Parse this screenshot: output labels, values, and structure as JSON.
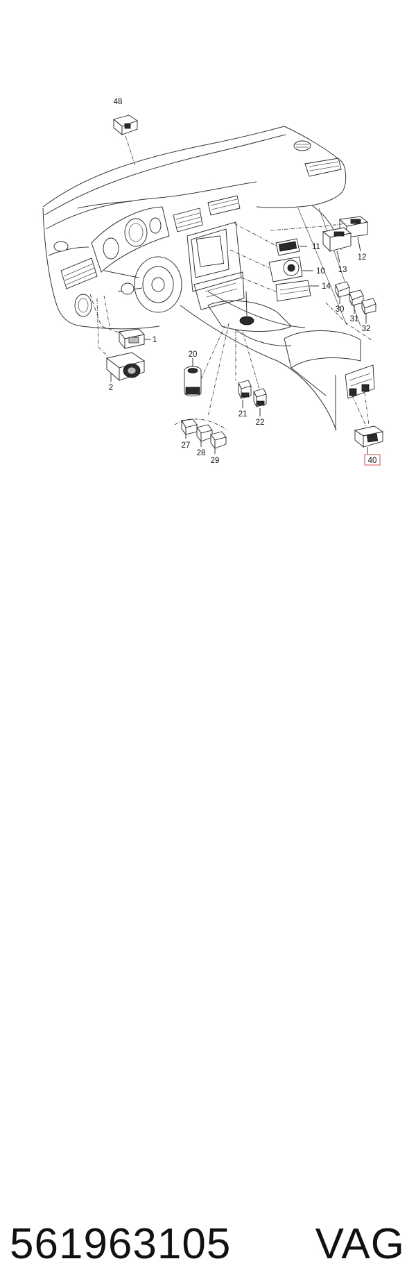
{
  "diagram": {
    "callouts": [
      {
        "id": "48",
        "label": "48"
      },
      {
        "id": "11",
        "label": "11"
      },
      {
        "id": "13",
        "label": "13"
      },
      {
        "id": "12",
        "label": "12"
      },
      {
        "id": "10",
        "label": "10"
      },
      {
        "id": "14",
        "label": "14"
      },
      {
        "id": "30",
        "label": "30"
      },
      {
        "id": "31",
        "label": "31"
      },
      {
        "id": "32",
        "label": "32"
      },
      {
        "id": "1",
        "label": "1"
      },
      {
        "id": "2",
        "label": "2"
      },
      {
        "id": "20",
        "label": "20"
      },
      {
        "id": "21",
        "label": "21"
      },
      {
        "id": "22",
        "label": "22"
      },
      {
        "id": "27",
        "label": "27"
      },
      {
        "id": "28",
        "label": "28"
      },
      {
        "id": "29",
        "label": "29"
      },
      {
        "id": "40",
        "label": "40",
        "highlighted": true
      }
    ],
    "highlight_color": "#e06a6a"
  },
  "footer": {
    "part_number": "561963105",
    "brand": "VAG"
  }
}
